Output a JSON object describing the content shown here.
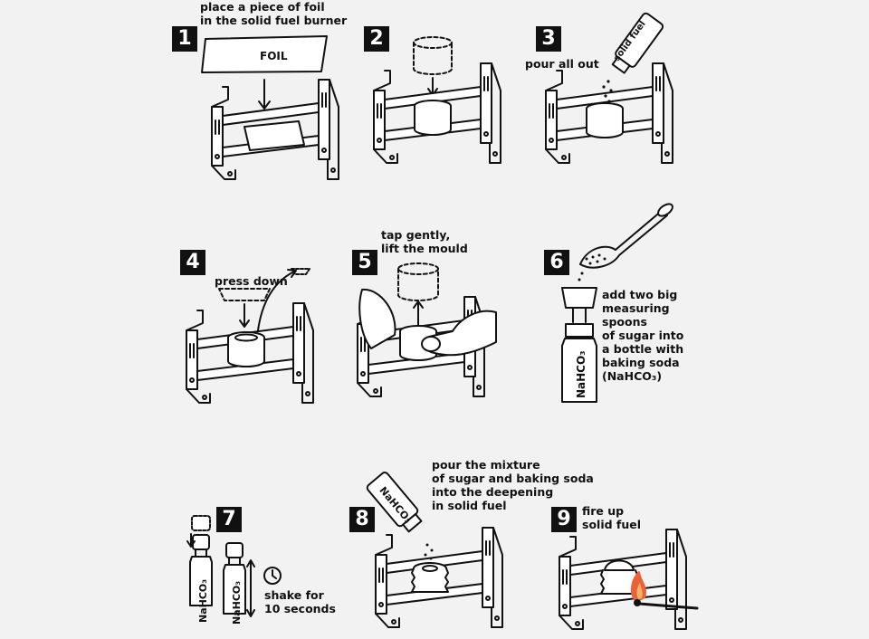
{
  "steps": [
    {
      "num": "1",
      "text": [
        "place a piece of foil",
        "in the solid fuel burner"
      ],
      "labels": {
        "foil": "FOIL"
      }
    },
    {
      "num": "2",
      "text": []
    },
    {
      "num": "3",
      "text": [
        "pour all out"
      ],
      "labels": {
        "bottle": "solid fuel"
      }
    },
    {
      "num": "4",
      "text": [
        "press down"
      ]
    },
    {
      "num": "5",
      "text": [
        "tap gently,",
        "lift the mould"
      ]
    },
    {
      "num": "6",
      "text": [
        "add two big",
        "measuring",
        "spoons",
        "of sugar into",
        "a bottle with",
        "baking soda",
        "(NaHCO₃)"
      ],
      "labels": {
        "bottle": "NaHCO₃"
      }
    },
    {
      "num": "7",
      "text": [
        "shake for",
        "10 seconds"
      ],
      "labels": {
        "bottle_a": "NaHCO₃",
        "bottle_b": "NaHCO₃"
      }
    },
    {
      "num": "8",
      "text": [
        "pour the mixture",
        "of sugar and baking soda",
        "into the deepening",
        "in solid fuel"
      ],
      "labels": {
        "bottle": "NaHCO₃"
      }
    },
    {
      "num": "9",
      "text": [
        "fire up",
        "solid fuel"
      ]
    }
  ],
  "colors": {
    "ink": "#111111",
    "background": "#f2f2f2",
    "flame": "#e8633a",
    "flame_inner": "#f6b26b"
  }
}
